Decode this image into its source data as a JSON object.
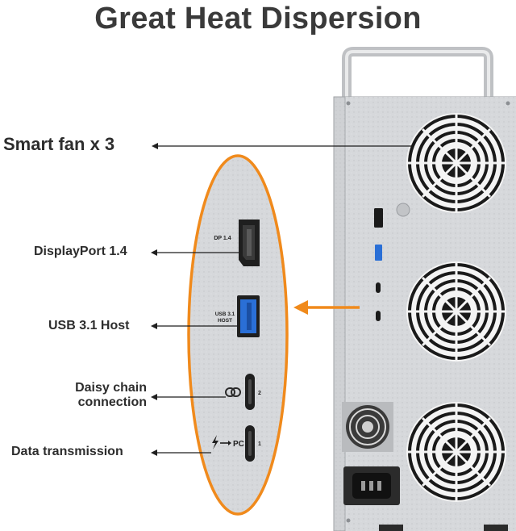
{
  "title": "Great Heat Dispersion",
  "labels": {
    "smart_fan": "Smart fan x 3",
    "displayport": "DisplayPort 1.4",
    "usb_host": "USB 3.1 Host",
    "daisy_chain_line1": "Daisy chain",
    "daisy_chain_line2": "connection",
    "data_transmission": "Data transmission"
  },
  "port_marks": {
    "dp": "DP 1.4",
    "usb_line1": "USB 3.1",
    "usb_line2": "HOST",
    "daisy_number": "2",
    "pc_text": "PC",
    "pc_number": "1"
  },
  "icons": [
    "arrow-left-icon",
    "link-icon",
    "thunderbolt-icon",
    "fan-icon",
    "power-socket-icon"
  ],
  "colors": {
    "highlight": "#f08a1c",
    "label_text": "#2d2d2d",
    "panel": "#cfd1d4",
    "usb_blue": "#2a6fd6"
  }
}
